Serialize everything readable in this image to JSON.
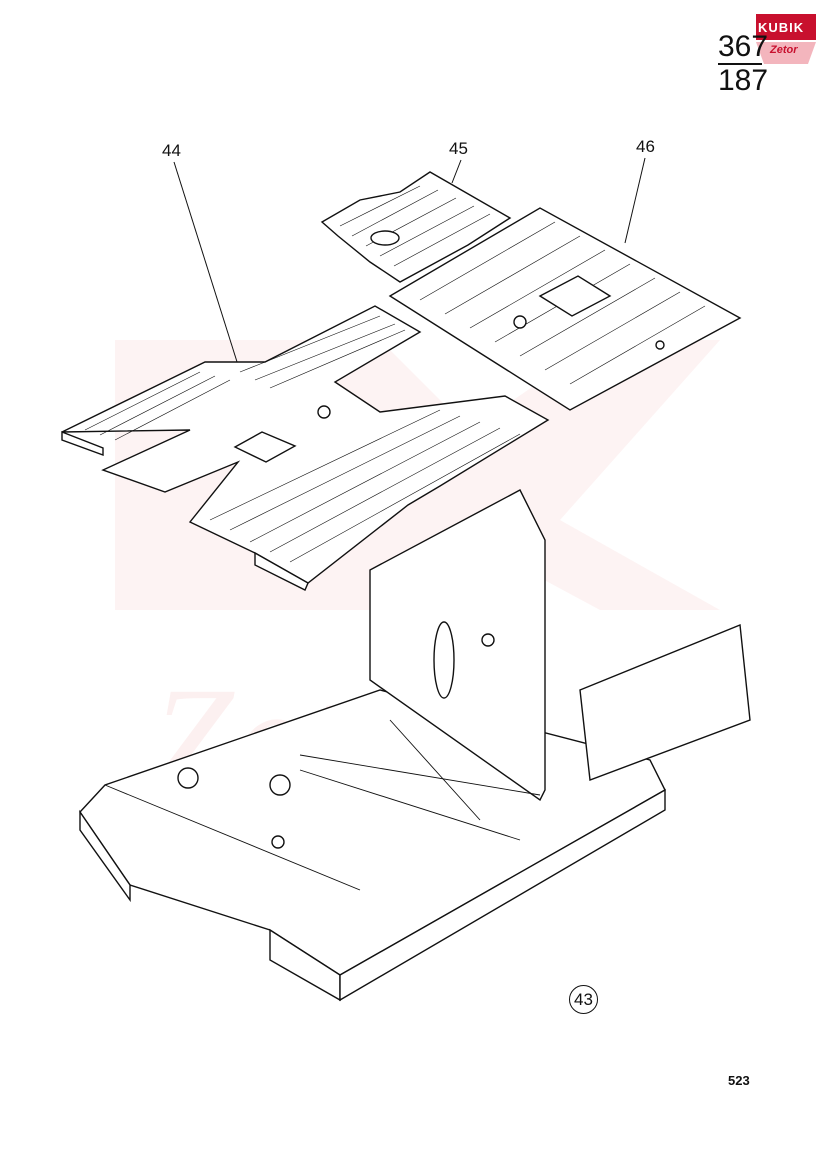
{
  "header": {
    "page_top": "367",
    "page_bottom": "187",
    "logo_text": "KUBIK",
    "logo_subtext": "Zetor"
  },
  "callouts": {
    "part_44": "44",
    "part_45": "45",
    "part_46": "46",
    "assembly": "43"
  },
  "footer": {
    "figure_number": "523"
  },
  "colors": {
    "line": "#111111",
    "logo_red": "#c8102e",
    "watermark": "#fbeaea"
  }
}
